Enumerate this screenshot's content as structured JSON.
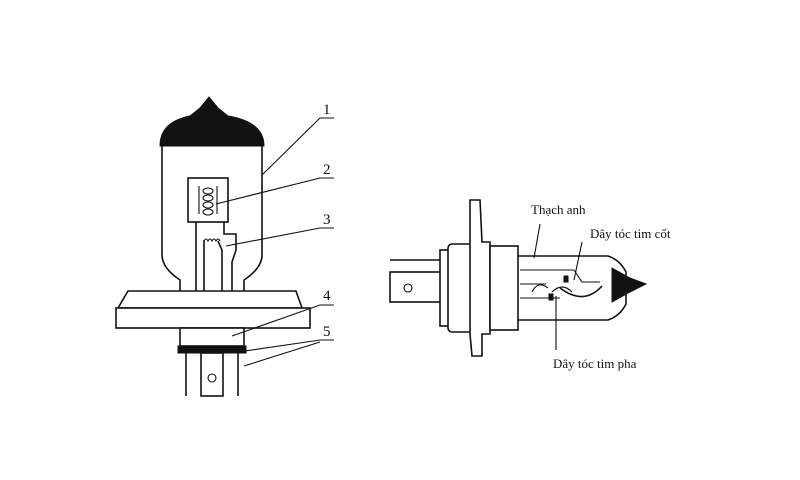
{
  "left_diagram": {
    "callouts": [
      "1",
      "2",
      "3",
      "4",
      "5"
    ]
  },
  "right_diagram": {
    "labels": {
      "quartz": "Thạch anh",
      "low_beam": "Dây tóc tim cốt",
      "high_beam": "Dây tóc tim pha"
    }
  }
}
